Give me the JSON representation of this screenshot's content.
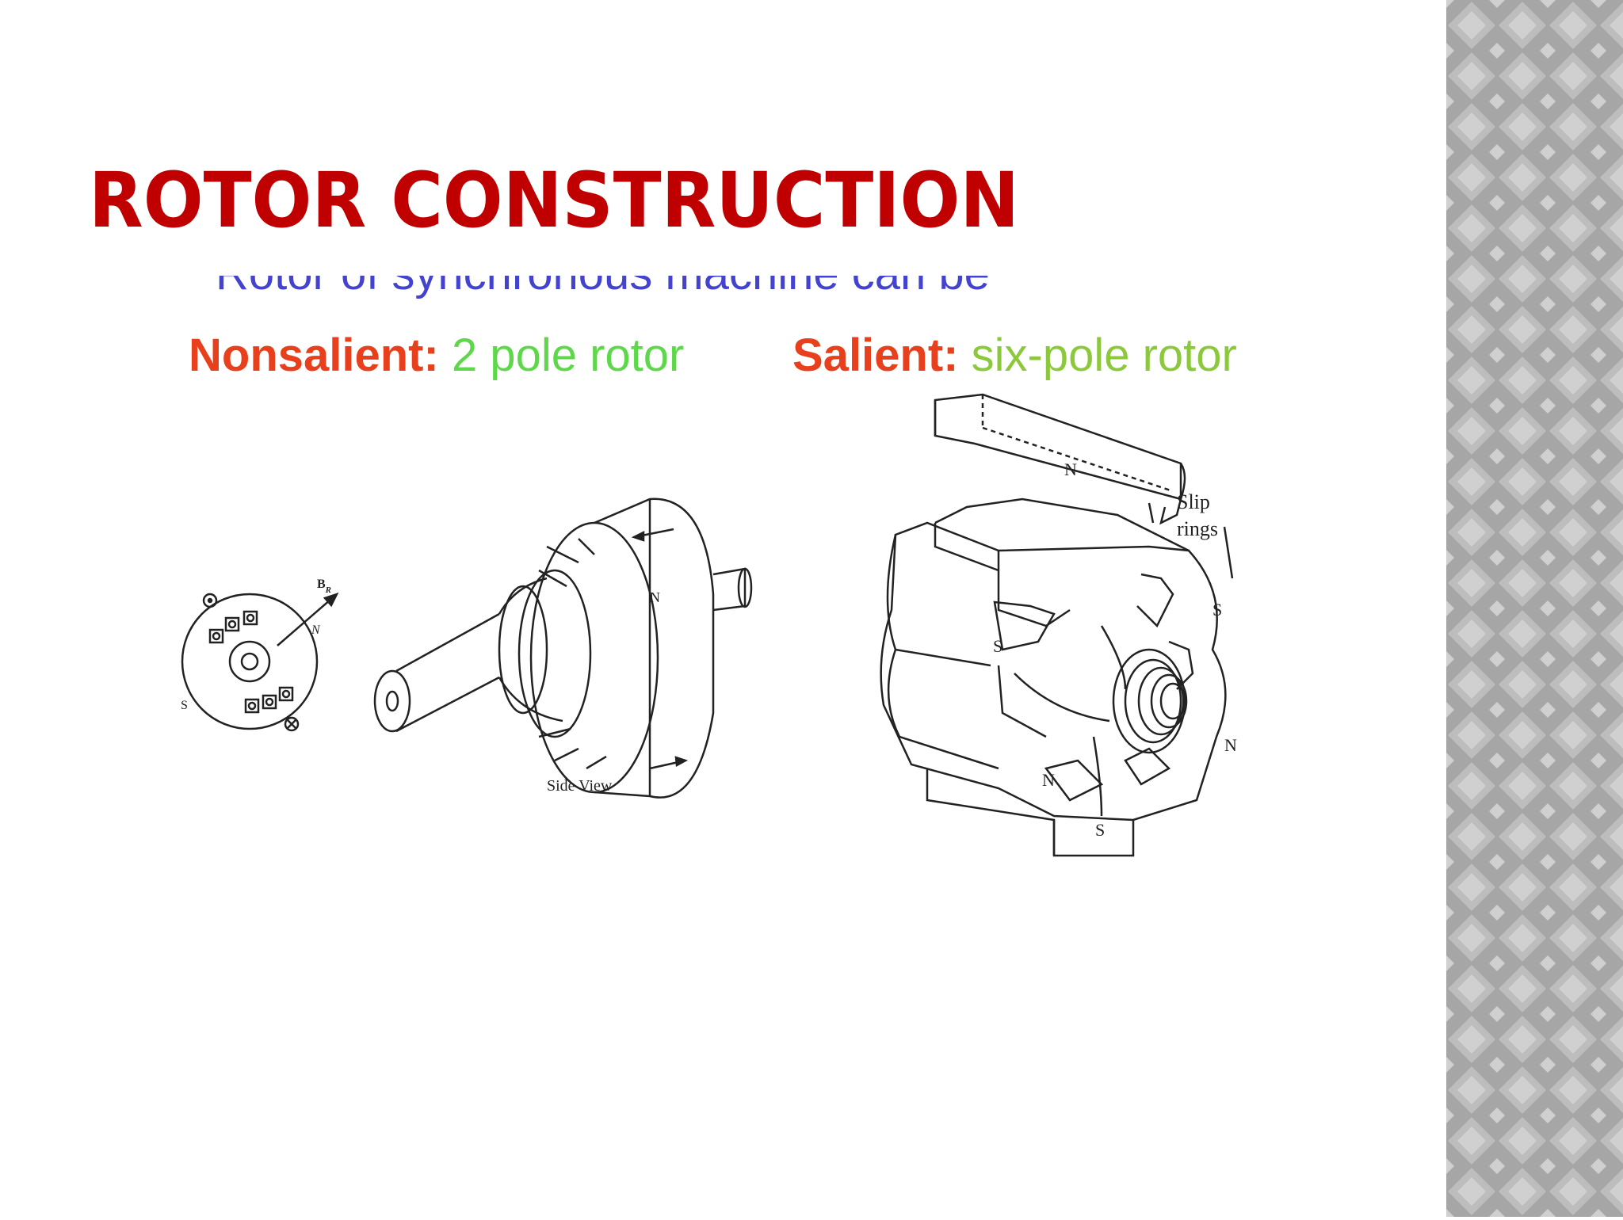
{
  "slide": {
    "title": "ROTOR CONSTRUCTION",
    "partial_text": "Rotor of synchronous machine can be",
    "nonsalient": {
      "label": "Nonsalient:",
      "value": "2 pole rotor"
    },
    "salient": {
      "label": "Salient:",
      "value": "six-pole rotor"
    }
  },
  "figure_left": {
    "caption": "Side View",
    "b_label": "B",
    "b_sub": "R",
    "n_label": "N",
    "s_label": "S",
    "pole_n": "N"
  },
  "figure_right": {
    "slip_label_1": "Slip",
    "slip_label_2": "rings",
    "poles": [
      "N",
      "S",
      "S",
      "N",
      "N",
      "S"
    ]
  },
  "colors": {
    "title": "#c00000",
    "label_key": "#e8401c",
    "label_green": "#5ed84a",
    "label_olive": "#8cc83c",
    "sidebar": "#a9a9a9"
  }
}
